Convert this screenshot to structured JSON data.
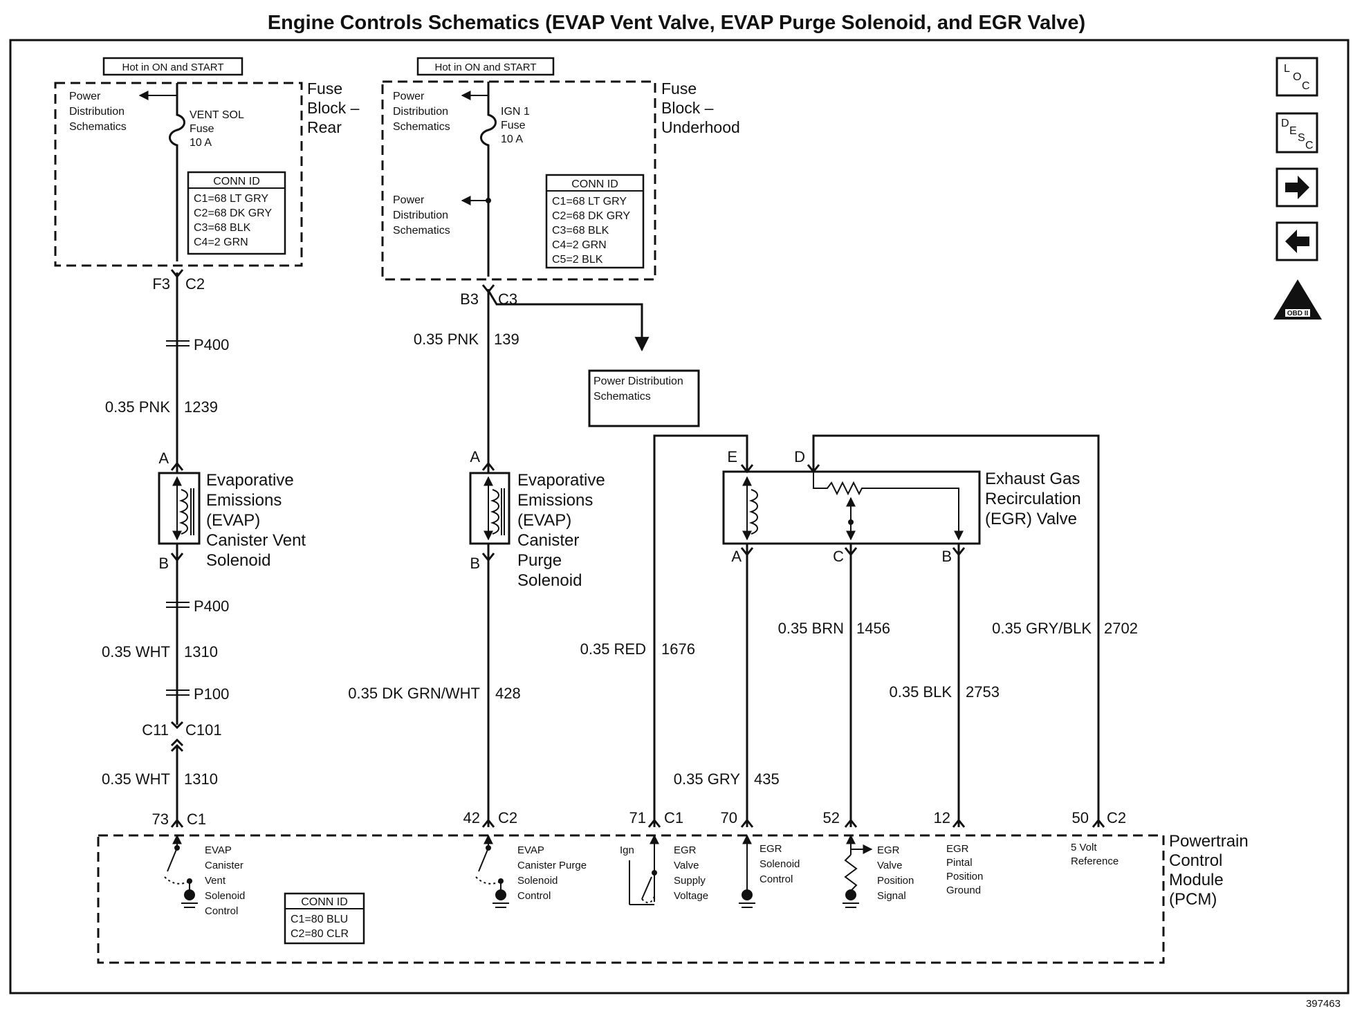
{
  "title": "Engine Controls Schematics (EVAP Vent Valve, EVAP Purge Solenoid, and EGR Valve)",
  "figure_number": "397463",
  "nav": {
    "loc_letters": [
      "L",
      "O",
      "C"
    ],
    "desc_letters": [
      "D",
      "E",
      "S",
      "C"
    ],
    "next_icon": "arrow-right-icon",
    "prev_icon": "arrow-left-icon",
    "obd_badge": "OBD II"
  },
  "fuse_rear": {
    "hot_label": "Hot in ON and START",
    "block_label": [
      "Fuse",
      "Block –",
      "Rear"
    ],
    "power_dist": [
      "Power",
      "Distribution",
      "Schematics"
    ],
    "fuse_label": [
      "VENT SOL",
      "Fuse",
      "10 A"
    ],
    "conn_title": "CONN ID",
    "conn_rows": [
      "C1=68 LT GRY",
      "C2=68 DK GRY",
      "C3=68 BLK",
      "C4=2 GRN"
    ]
  },
  "fuse_underhood": {
    "hot_label": "Hot in ON and START",
    "block_label": [
      "Fuse",
      "Block –",
      "Underhood"
    ],
    "power_dist_top": [
      "Power",
      "Distribution",
      "Schematics"
    ],
    "power_dist_mid": [
      "Power",
      "Distribution",
      "Schematics"
    ],
    "fuse_label": [
      "IGN 1",
      "Fuse",
      "10 A"
    ],
    "conn_title": "CONN ID",
    "conn_rows": [
      "C1=68 LT GRY",
      "C2=68 DK GRY",
      "C3=68 BLK",
      "C4=2 GRN",
      "C5=2 BLK"
    ]
  },
  "power_dist_box": [
    "Power Distribution",
    "Schematics"
  ],
  "vent": {
    "conn_top_left": "F3",
    "conn_top_right": "C2",
    "splice1": "P400",
    "wire1_size": "0.35 PNK",
    "wire1_circuit": "1239",
    "pin_a": "A",
    "pin_b": "B",
    "component": [
      "Evaporative",
      "Emissions",
      "(EVAP)",
      "Canister Vent",
      "Solenoid"
    ],
    "splice2": "P400",
    "wire2_size": "0.35 WHT",
    "wire2_circuit": "1310",
    "splice3": "P100",
    "conn_mid_left": "C11",
    "conn_mid_right": "C101",
    "wire3_size": "0.35 WHT",
    "wire3_circuit": "1310",
    "pcm_pin": "73",
    "pcm_conn": "C1"
  },
  "purge": {
    "conn_top_left": "B3",
    "conn_top_right": "C3",
    "wire1_size": "0.35 PNK",
    "wire1_circuit": "139",
    "pin_a": "A",
    "pin_b": "B",
    "component": [
      "Evaporative",
      "Emissions",
      "(EVAP)",
      "Canister",
      "Purge",
      "Solenoid"
    ],
    "wire2_size": "0.35 DK GRN/WHT",
    "wire2_circuit": "428",
    "pcm_pin": "42",
    "pcm_conn": "C2"
  },
  "egr": {
    "pin_e": "E",
    "pin_d": "D",
    "pin_a": "A",
    "pin_c": "C",
    "pin_b": "B",
    "component": [
      "Exhaust Gas",
      "Recirculation",
      "(EGR) Valve"
    ],
    "red_size": "0.35 RED",
    "red_circuit": "1676",
    "brn_size": "0.35 BRN",
    "brn_circuit": "1456",
    "grybk_size": "0.35 GRY/BLK",
    "grybk_circuit": "2702",
    "blk_size": "0.35 BLK",
    "blk_circuit": "2753",
    "gry_size": "0.35 GRY",
    "gry_circuit": "435",
    "pin71": "71",
    "conn71": "C1",
    "pin70": "70",
    "pin52": "52",
    "pin12": "12",
    "pin50": "50",
    "conn50": "C2"
  },
  "pcm": {
    "label": [
      "Powertrain",
      "Control",
      "Module",
      "(PCM)"
    ],
    "vent_ctrl": [
      "EVAP",
      "Canister",
      "Vent",
      "Solenoid",
      "Control"
    ],
    "purge_ctrl": [
      "EVAP",
      "Canister Purge",
      "Solenoid",
      "Control"
    ],
    "ign": "Ign",
    "supply": [
      "EGR",
      "Valve",
      "Supply",
      "Voltage"
    ],
    "sol_ctrl": [
      "EGR",
      "Solenoid",
      "Control"
    ],
    "pos_signal": [
      "EGR",
      "Valve",
      "Position",
      "Signal"
    ],
    "pintle_gnd": [
      "EGR",
      "Pintal",
      "Position",
      "Ground"
    ],
    "ref5v": [
      "5 Volt",
      "Reference"
    ],
    "conn_title": "CONN ID",
    "conn_rows": [
      "C1=80 BLU",
      "C2=80 CLR"
    ]
  }
}
